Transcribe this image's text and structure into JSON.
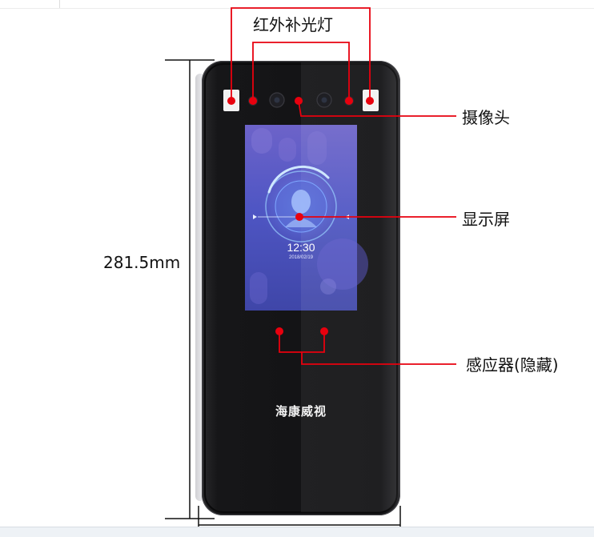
{
  "dimension": {
    "height_label": "281.5mm"
  },
  "callouts": {
    "ir_fill_light": "红外补光灯",
    "camera": "摄像头",
    "display": "显示屏",
    "sensor": "感应器(隐藏)"
  },
  "device": {
    "brand": "海康威视",
    "screen_time": "12:30",
    "screen_date": "2018/02/19"
  },
  "colors": {
    "callout_red": "#e8000e",
    "device_body": "#1a1a1c",
    "screen_purple": "#5b59c6"
  }
}
